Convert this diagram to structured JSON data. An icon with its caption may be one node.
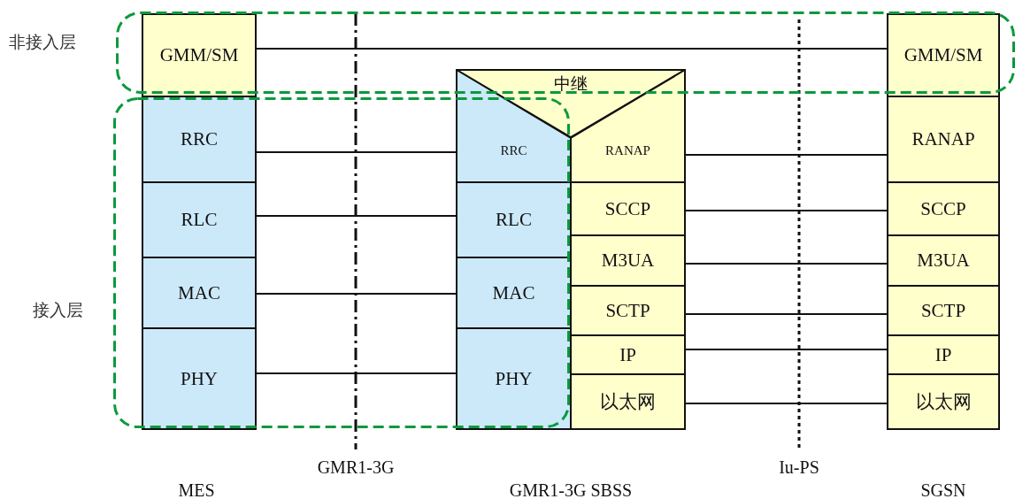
{
  "diagram": {
    "nodes": [
      {
        "text": [
          "非接入层"
        ]
      },
      {
        "text": [
          "GMM/SM"
        ],
        "in": 0
      },
      {
        "text": [
          "GMM/SM"
        ],
        "in": 0
      },
      {
        "text": [
          "接入层"
        ]
      },
      {
        "text": [
          "RRC"
        ],
        "in": 3
      },
      {
        "text": [
          "RLC"
        ],
        "in": 3
      },
      {
        "text": [
          "MAC"
        ],
        "in": 3
      },
      {
        "text": [
          "PHY"
        ],
        "in": 3
      },
      {
        "text": [
          "RRC"
        ]
      },
      {
        "text": [
          "RLC"
        ],
        "in": 3
      },
      {
        "text": [
          "MAC"
        ],
        "in": 3
      },
      {
        "text": [
          "PHY"
        ],
        "in": 3
      },
      {
        "text": [
          "中继"
        ]
      },
      {
        "text": [
          "RANAP"
        ]
      },
      {
        "text": [
          "SCCP"
        ]
      },
      {
        "text": [
          "M3UA"
        ]
      },
      {
        "text": [
          "SCTP"
        ]
      },
      {
        "text": [
          "IP"
        ]
      },
      {
        "text": [
          "以太网"
        ]
      },
      {
        "text": [
          "RANAP"
        ]
      },
      {
        "text": [
          "SCCP"
        ]
      },
      {
        "text": [
          "M3UA"
        ]
      },
      {
        "text": [
          "SCTP"
        ]
      },
      {
        "text": [
          "IP"
        ]
      },
      {
        "text": [
          "以太网"
        ]
      }
    ],
    "edges": [
      {
        "from": 1,
        "to": 2,
        "arrow": "none"
      },
      {
        "from": 4,
        "to": 8,
        "arrow": "none"
      },
      {
        "from": 5,
        "to": 9,
        "arrow": "none"
      },
      {
        "from": 6,
        "to": 10,
        "arrow": "none"
      },
      {
        "from": 7,
        "to": 11,
        "arrow": "none"
      },
      {
        "from": 13,
        "to": 19,
        "arrow": "none"
      },
      {
        "from": 14,
        "to": 20,
        "arrow": "none"
      },
      {
        "from": 15,
        "to": 21,
        "arrow": "none"
      },
      {
        "from": 16,
        "to": 22,
        "arrow": "none"
      },
      {
        "from": 17,
        "to": 23,
        "arrow": "none"
      },
      {
        "from": 18,
        "to": 24,
        "arrow": "none"
      }
    ],
    "labels": [
      "GMR1-3G",
      "Iu-PS",
      "MES",
      "GMR1-3G SBSS",
      "SGSN"
    ]
  }
}
